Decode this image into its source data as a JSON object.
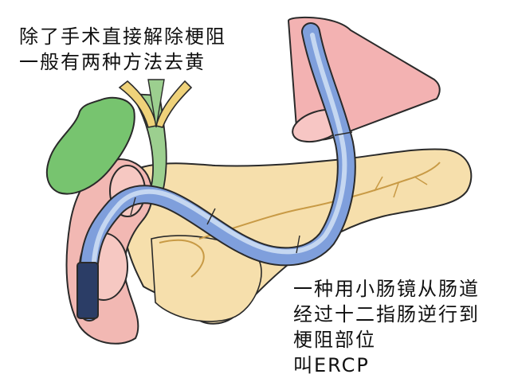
{
  "captions": {
    "top": {
      "line1": "除了手术直接解除梗阻",
      "line2": "一般有两种方法去黄"
    },
    "bottom": {
      "line1": "一种用小肠镜从肠道",
      "line2": "经过十二指肠逆行到",
      "line3": "梗阻部位",
      "line4": "叫ERCP"
    }
  },
  "colors": {
    "outline": "#2a2a2a",
    "pancreas": "#f6dfac",
    "pancreas_duct": "#c89a45",
    "gallbladder": "#77c46f",
    "bile_duct_green": "#9ccf8f",
    "bile_duct_yellow": "#efd27a",
    "duodenum": "#f2b8b3",
    "stomach_sleeve": "#f3b2b2",
    "scope_blue": "#7f9fdc",
    "scope_light": "#c5d7f1",
    "scope_tip": "#2b3d66"
  }
}
